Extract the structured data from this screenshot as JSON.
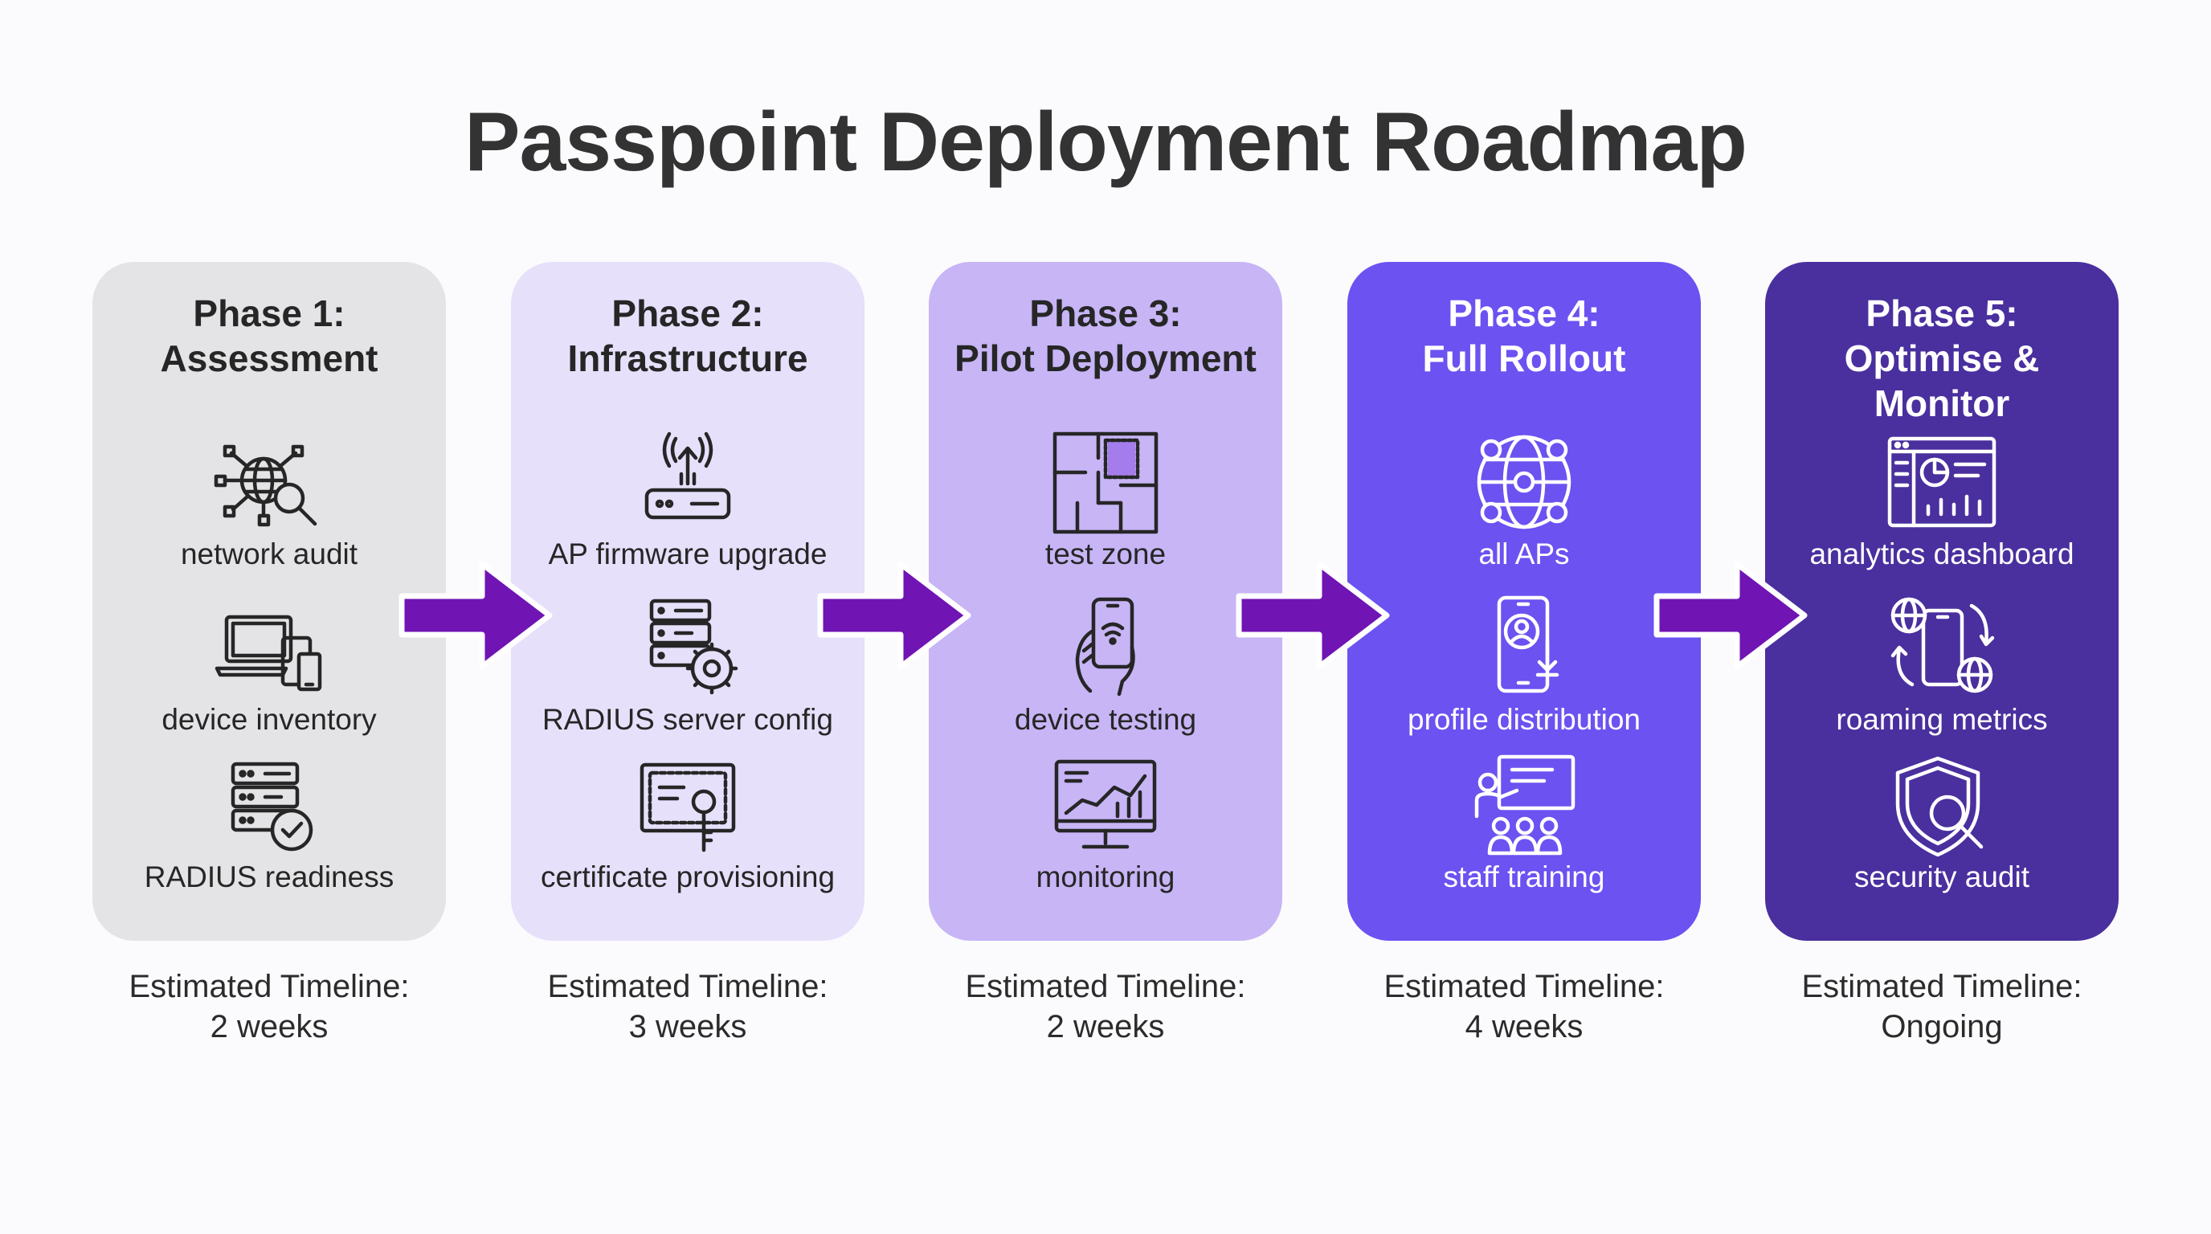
{
  "title": "Passpoint Deployment Roadmap",
  "colors": {
    "arrow": "#7014b4",
    "phase_backgrounds": [
      "#e4e4e6",
      "#e6e0fb",
      "#c7b5f6",
      "#6b52f1",
      "#4a2f9e"
    ],
    "dark_text": "#262626",
    "light_text": "#ffffff"
  },
  "timeline_label": "Estimated Timeline:",
  "phases": [
    {
      "line1": "Phase 1:",
      "line2": "Assessment",
      "line3": "",
      "items": [
        {
          "icon": "globe-network-search-icon",
          "label": "network audit"
        },
        {
          "icon": "laptop-devices-icon",
          "label": "device inventory"
        },
        {
          "icon": "server-checkmark-icon",
          "label": "RADIUS readiness"
        }
      ],
      "timeline": "2 weeks"
    },
    {
      "line1": "Phase 2:",
      "line2": "Infrastructure",
      "line3": "",
      "items": [
        {
          "icon": "access-point-upgrade-icon",
          "label": "AP firmware upgrade"
        },
        {
          "icon": "server-gear-icon",
          "label": "RADIUS server config"
        },
        {
          "icon": "certificate-key-icon",
          "label": "certificate provisioning"
        }
      ],
      "timeline": "3 weeks"
    },
    {
      "line1": "Phase 3:",
      "line2": "Pilot Deployment",
      "line3": "",
      "items": [
        {
          "icon": "floor-plan-icon",
          "label": "test zone"
        },
        {
          "icon": "hand-phone-wifi-icon",
          "label": "device testing"
        },
        {
          "icon": "monitor-chart-icon",
          "label": "monitoring"
        }
      ],
      "timeline": "2 weeks"
    },
    {
      "line1": "Phase 4:",
      "line2": "Full Rollout",
      "line3": "",
      "items": [
        {
          "icon": "globe-access-points-icon",
          "label": "all APs"
        },
        {
          "icon": "phone-profile-download-icon",
          "label": "profile distribution"
        },
        {
          "icon": "presentation-training-icon",
          "label": "staff training"
        }
      ],
      "timeline": "4 weeks"
    },
    {
      "line1": "Phase 5:",
      "line2": "Optimise &",
      "line3": "Monitor",
      "items": [
        {
          "icon": "analytics-dashboard-icon",
          "label": "analytics dashboard"
        },
        {
          "icon": "globe-phone-roaming-icon",
          "label": "roaming metrics"
        },
        {
          "icon": "shield-search-icon",
          "label": "security audit"
        }
      ],
      "timeline": "Ongoing"
    }
  ]
}
